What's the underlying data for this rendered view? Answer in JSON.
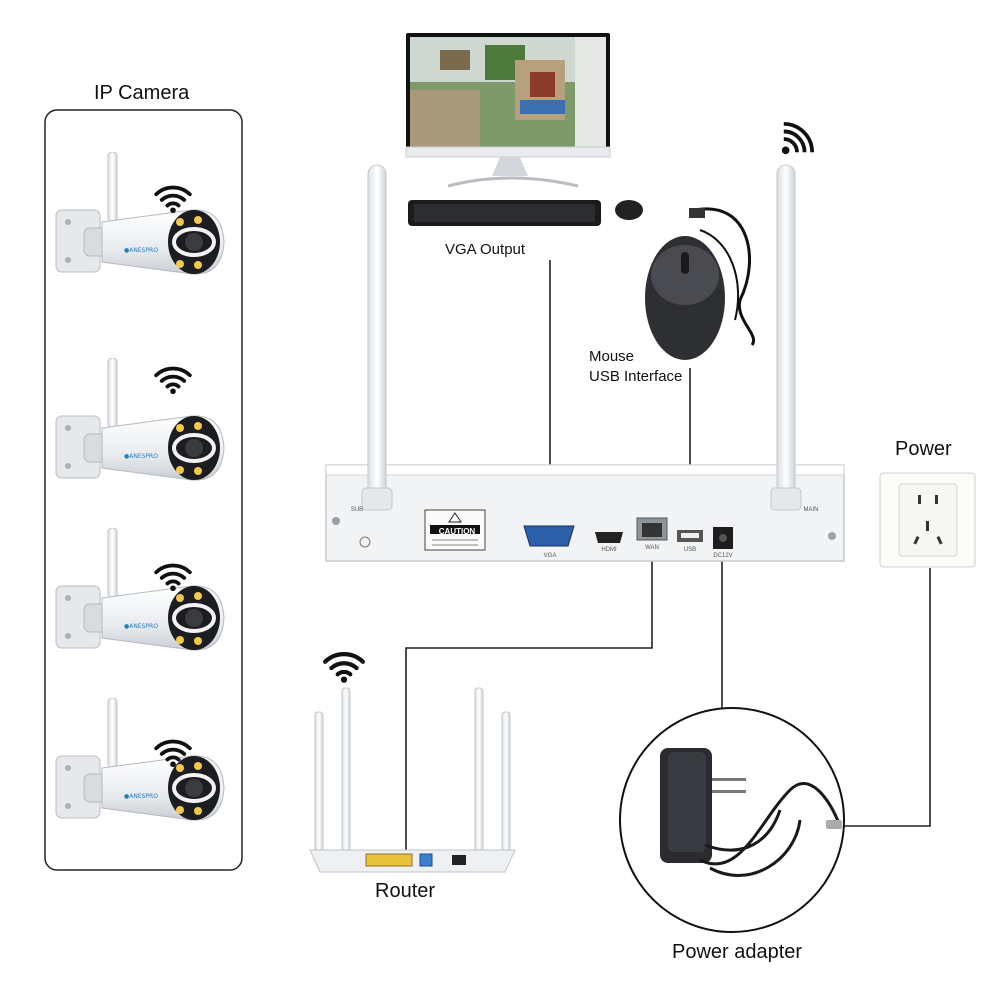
{
  "labels": {
    "ip_camera": "IP Camera",
    "vga_output": "VGA Output",
    "mouse_line1": "Mouse",
    "mouse_line2": "USB Interface",
    "power": "Power",
    "router": "Router",
    "power_adapter": "Power adapter"
  },
  "nvr_panel": {
    "caution": "CAUTION",
    "port_vga": "VGA",
    "port_hdmi": "HDMI",
    "port_wan": "WAN",
    "port_usb": "USB",
    "port_dc": "DC12V",
    "antenna_left": "SUB",
    "antenna_right": "MAIN"
  },
  "colors": {
    "line": "#222222",
    "device_white": "#f4f5f6",
    "vga_blue": "#2d5fa8",
    "router_port_yellow": "#e8c23a",
    "router_port_blue": "#3a7fd0"
  },
  "icons": [
    "wifi-icon",
    "camera-icon",
    "monitor-icon",
    "keyboard-icon",
    "mouse-icon",
    "nvr-icon",
    "router-icon",
    "power-socket-icon",
    "power-adapter-icon"
  ]
}
